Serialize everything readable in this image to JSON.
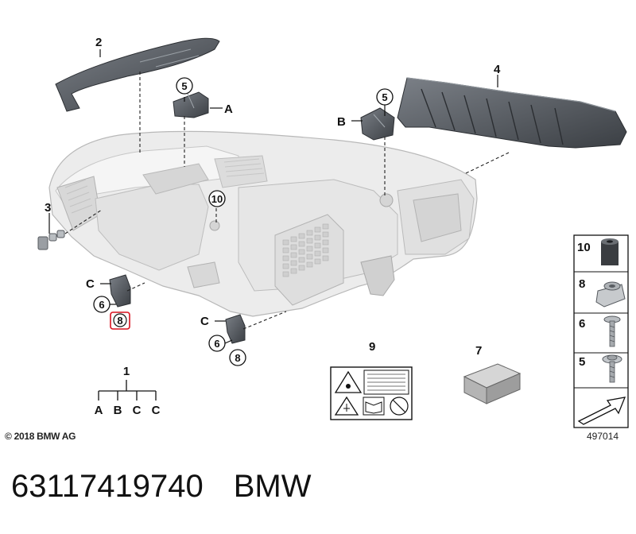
{
  "copyright": "© 2018 BMW AG",
  "diagram_id": "497014",
  "caption": {
    "part_number": "63117419740",
    "brand": "BMW"
  },
  "callouts": {
    "n1": "1",
    "n2": "2",
    "n3": "3",
    "n4": "4",
    "n5a": "5",
    "n5b": "5",
    "n6a": "6",
    "n6b": "6",
    "n7": "7",
    "n8a": "8",
    "n8b": "8",
    "n9": "9",
    "n10": "10",
    "letter_a": "A",
    "letter_b": "B",
    "letter_c1": "C",
    "letter_c2": "C"
  },
  "tree": {
    "root": "1",
    "leaves": [
      "A",
      "B",
      "C",
      "C"
    ]
  },
  "legend": {
    "items": [
      {
        "num": "10",
        "icon": "rubber-grommet-icon"
      },
      {
        "num": "8",
        "icon": "clip-nut-icon"
      },
      {
        "num": "6",
        "icon": "screw-icon"
      },
      {
        "num": "5",
        "icon": "screw-washer-icon"
      }
    ],
    "arrow_icon": "direction-arrow-icon"
  },
  "colors": {
    "highlight": "#d9121f",
    "part_fill": "#e9e9e9",
    "dark_part": "#55595e",
    "line": "#111111"
  }
}
